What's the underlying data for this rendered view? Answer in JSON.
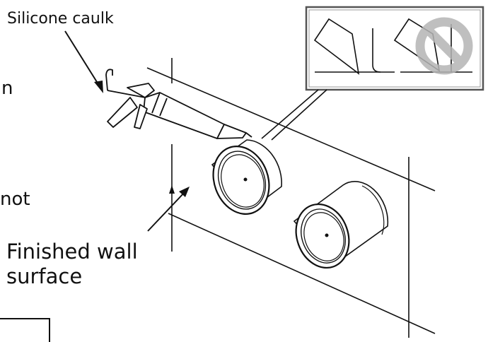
{
  "labels": {
    "caulk": "Silicone caulk",
    "wall_line1": "Finished wall",
    "wall_line2": "surface",
    "cut_text_1": "n",
    "cut_text_2": "not"
  },
  "icons": {
    "prohibited": "prohibited-icon",
    "caulk_gun": "caulk-gun-icon"
  },
  "colors": {
    "line": "#111111",
    "prohibit": "#b5b5b5"
  }
}
